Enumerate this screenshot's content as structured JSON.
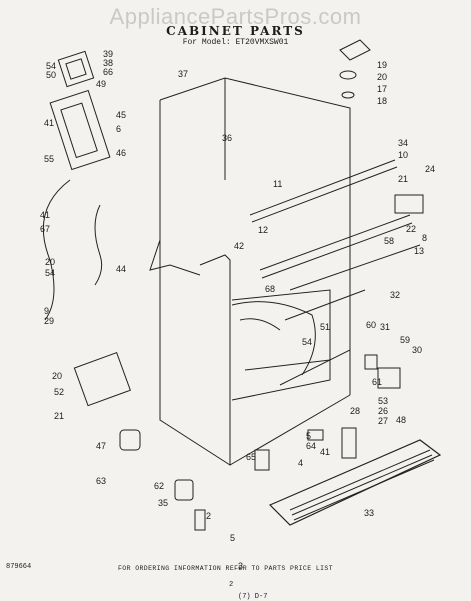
{
  "watermark": "AppliancePartsPros.com",
  "title": "CABINET PARTS",
  "model_line": "For Model: ET20VMXSW01",
  "footer_instruction": "FOR ORDERING INFORMATION REFER TO PARTS PRICE LIST",
  "doc_code": "879664",
  "page_number": "2",
  "bottom_note": "(7) D-7",
  "callouts": [
    "54",
    "50",
    "39",
    "38",
    "66",
    "37",
    "49",
    "19",
    "20",
    "17",
    "18",
    "41",
    "6",
    "45",
    "36",
    "34",
    "55",
    "46",
    "10",
    "11",
    "21",
    "24",
    "22",
    "12",
    "41",
    "67",
    "44",
    "42",
    "58",
    "8",
    "13",
    "20",
    "54",
    "68",
    "32",
    "9",
    "51",
    "60",
    "31",
    "29",
    "54",
    "59",
    "30",
    "20",
    "52",
    "53",
    "26",
    "27",
    "28",
    "61",
    "21",
    "48",
    "47",
    "5",
    "64",
    "65",
    "41",
    "63",
    "4",
    "62",
    "33",
    "35",
    "2",
    "5",
    "3",
    "63"
  ]
}
